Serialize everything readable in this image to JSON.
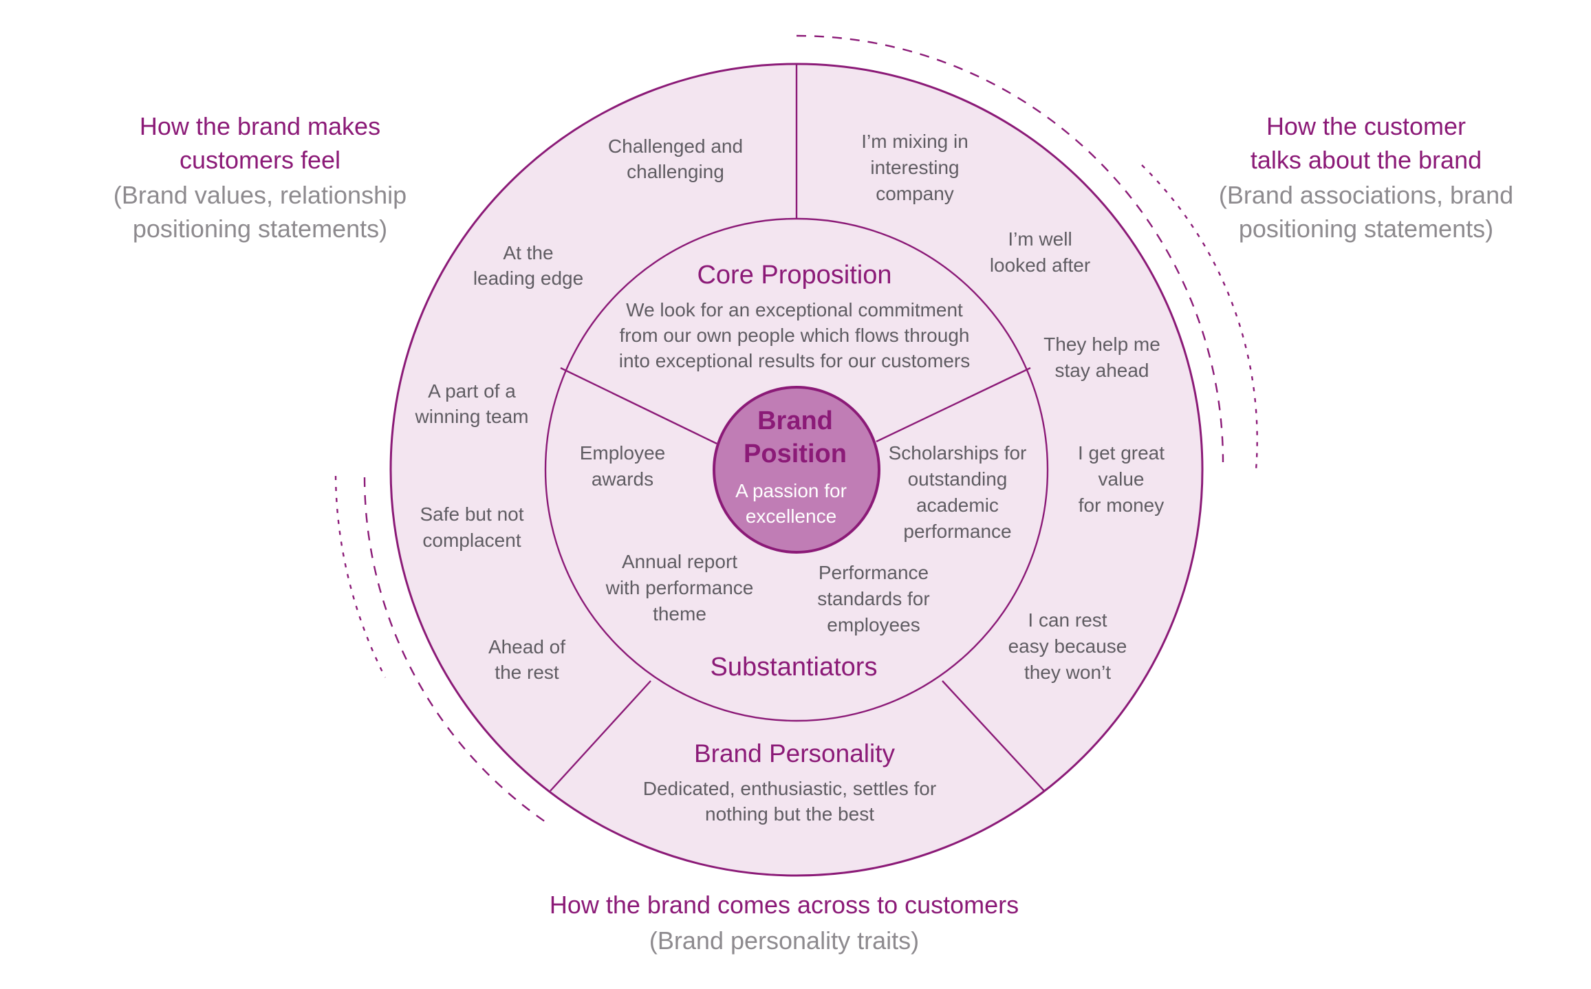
{
  "colors": {
    "accent": "#8b1a77",
    "ring_fill": "#f3e5f0",
    "center_fill": "#c07db5",
    "label_text": "#5f5c62",
    "note_text": "#8d8a8e"
  },
  "corner_labels": {
    "top_left": {
      "heading": [
        "How the brand makes",
        "customers feel"
      ],
      "note": [
        "(Brand values, relationship",
        "positioning statements)"
      ]
    },
    "top_right": {
      "heading": [
        "How the customer",
        "talks about the brand"
      ],
      "note": [
        "(Brand associations, brand",
        "positioning statements)"
      ]
    },
    "bottom": {
      "heading": [
        "How the brand comes across to customers"
      ],
      "note": [
        "(Brand personality traits)"
      ]
    }
  },
  "center": {
    "title": [
      "Brand",
      "Position"
    ],
    "subtitle": [
      "A passion for",
      "excellence"
    ]
  },
  "core_proposition": {
    "title": "Core Proposition",
    "body": [
      "We look for an exceptional commitment",
      "from our own people which flows through",
      "into exceptional results for our customers"
    ]
  },
  "substantiators": {
    "title": "Substantiators",
    "items": [
      {
        "lines": [
          "Employee",
          "awards"
        ]
      },
      {
        "lines": [
          "Scholarships for",
          "outstanding",
          "academic",
          "performance"
        ]
      },
      {
        "lines": [
          "Annual report",
          "with performance",
          "theme"
        ]
      },
      {
        "lines": [
          "Performance",
          "standards for",
          "employees"
        ]
      }
    ]
  },
  "brand_personality": {
    "title": "Brand Personality",
    "body": [
      "Dedicated, enthusiastic, settles for",
      "nothing but the best"
    ]
  },
  "outer_left_items": [
    {
      "lines": [
        "Challenged and",
        "challenging"
      ]
    },
    {
      "lines": [
        "At the",
        "leading edge"
      ]
    },
    {
      "lines": [
        "A part of a",
        "winning team"
      ]
    },
    {
      "lines": [
        "Safe but not",
        "complacent"
      ]
    },
    {
      "lines": [
        "Ahead of",
        "the rest"
      ]
    }
  ],
  "outer_right_items": [
    {
      "lines": [
        "I’m mixing in",
        "interesting",
        "company"
      ]
    },
    {
      "lines": [
        "I’m well",
        "looked after"
      ]
    },
    {
      "lines": [
        "They help me",
        "stay ahead"
      ]
    },
    {
      "lines": [
        "I get great",
        "value",
        "for money"
      ]
    },
    {
      "lines": [
        "I can rest",
        "easy because",
        "they won’t"
      ]
    }
  ]
}
